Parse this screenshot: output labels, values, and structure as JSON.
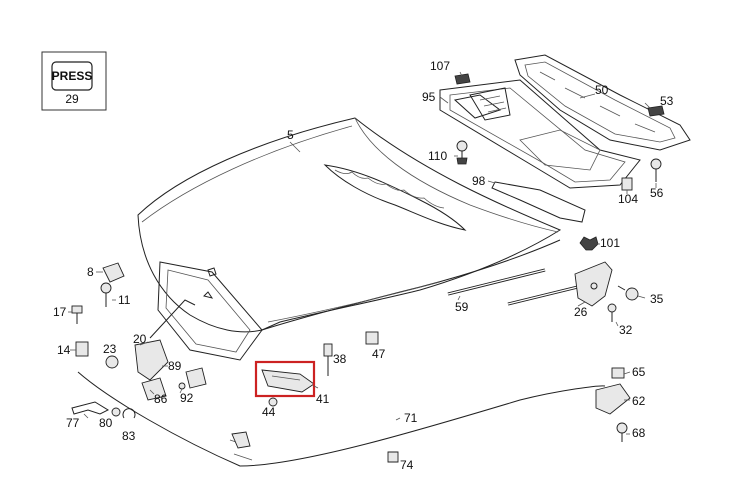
{
  "press_box": {
    "text": "PRESS",
    "number": "29"
  },
  "labels": {
    "l5": "5",
    "l107": "107",
    "l95": "95",
    "l50": "50",
    "l53": "53",
    "l110": "110",
    "l98": "98",
    "l104": "104",
    "l56": "56",
    "l101": "101",
    "l8": "8",
    "l11": "11",
    "l17": "17",
    "l14": "14",
    "l23": "23",
    "l20": "20",
    "l89": "89",
    "l86": "86",
    "l92": "92",
    "l77": "77",
    "l80": "80",
    "l83": "83",
    "l38": "38",
    "l47": "47",
    "l59": "59",
    "l26": "26",
    "l35": "35",
    "l32": "32",
    "l44": "44",
    "l41": "41",
    "l71": "71",
    "l74": "74",
    "l65": "65",
    "l62": "62",
    "l68": "68"
  },
  "colors": {
    "highlight": "#cc2222",
    "ink": "#222222"
  }
}
